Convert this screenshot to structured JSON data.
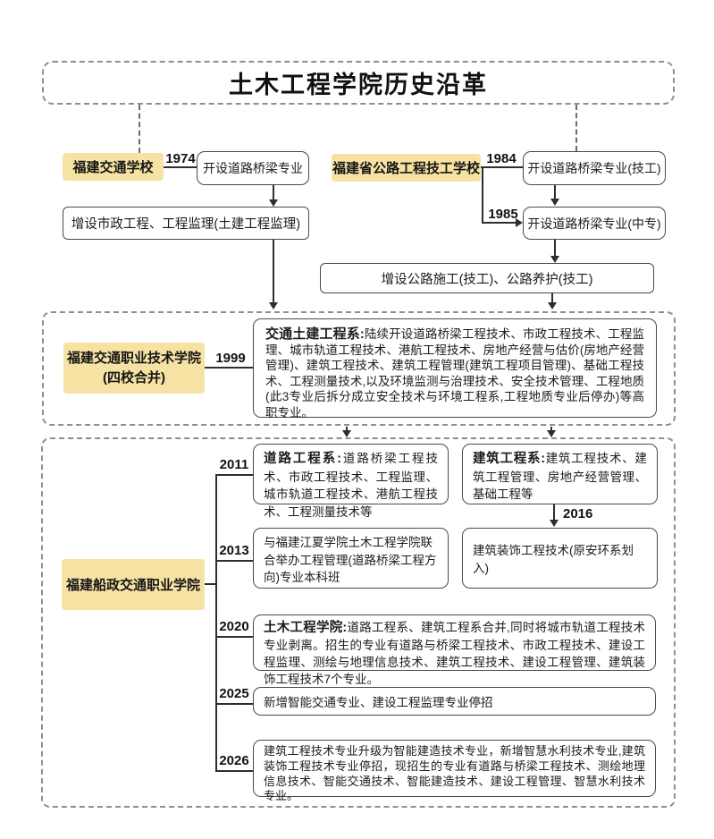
{
  "title": "土木工程学院历史沿革",
  "years": {
    "y1974": "1974",
    "y1984": "1984",
    "y1985": "1985",
    "y1999": "1999",
    "y2011": "2011",
    "y2013": "2013",
    "y2016": "2016",
    "y2020": "2020",
    "y2025": "2025",
    "y2026": "2026"
  },
  "schools": {
    "jiaotong": "福建交通学校",
    "gonglu": "福建省公路工程技工学校",
    "zhiye_line1": "福建交通职业技术学院",
    "zhiye_line2": "(四校合并)",
    "chuanzheng": "福建船政交通职业学院"
  },
  "boxes": {
    "b1974": "开设道路桥梁专业",
    "b_zengshe_left": "增设市政工程、工程监理(土建工程监理)",
    "b1984": "开设道路桥梁专业(技工)",
    "b1985": "开设道路桥梁专业(中专)",
    "b_zengshe_right": "增设公路施工(技工)、公路养护(技工)",
    "b1999_lead": "交通土建工程系:",
    "b1999_body": "陆续开设道路桥梁工程技术、市政工程技术、工程监理、城市轨道工程技术、港航工程技术、房地产经营与估价(房地产经营管理)、建筑工程技术、建筑工程管理(建筑工程项目管理)、基础工程技术、工程测量技术,以及环境监测与治理技术、安全技术管理、工程地质(此3专业后拆分成立安全技术与环境工程系,工程地质专业后停办)等高职专业。",
    "b_road_lead": "道路工程系:",
    "b_road_body": "道路桥梁工程技术、市政工程技术、工程监理、城市轨道工程技术、港航工程技术、工程测量技术等",
    "b_arch_lead": "建筑工程系:",
    "b_arch_body": "建筑工程技术、建筑工程管理、房地产经营管理、基础工程等",
    "b2013": "与福建江夏学院土木工程学院联合举办工程管理(道路桥梁工程方向)专业本科班",
    "b2016": "建筑装饰工程技术(原安环系划入)",
    "b2020_lead": "土木工程学院:",
    "b2020_body": "道路工程系、建筑工程系合并,同时将城市轨道工程技术专业剥离。招生的专业有道路与桥梁工程技术、市政工程技术、建设工程监理、测绘与地理信息技术、建筑工程技术、建设工程管理、建筑装饰工程技术7个专业。",
    "b2025": "新增智能交通专业、建设工程监理专业停招",
    "b2026": "建筑工程技术专业升级为智能建造技术专业，新增智慧水利技术专业,建筑装饰工程技术专业停招，现招生的专业有道路与桥梁工程技术、测绘地理信息技术、智能交通技术、智能建造技术、建设工程管理、智慧水利技术专业。"
  },
  "colors": {
    "highlight": "#F6E2A3",
    "line": "#2e2e2e",
    "box_border": "#4a4a4a",
    "dash_border": "#8f8f8f"
  }
}
